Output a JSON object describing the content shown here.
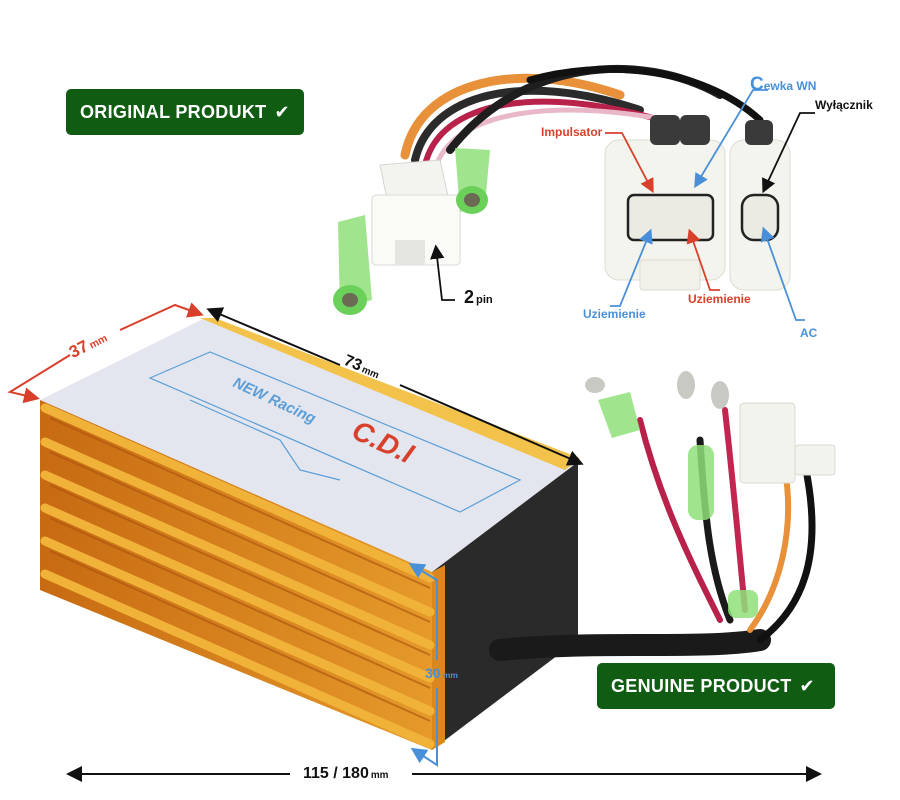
{
  "badges": {
    "original": {
      "label": "ORIGINAL PRODUKT",
      "icon": "checkmark-icon",
      "color": "#0f5c12"
    },
    "genuine": {
      "label": "GENUINE PRODUCT",
      "icon": "checkmark-icon",
      "color": "#0f5c12"
    }
  },
  "product": {
    "brand_line": "NEW Racing",
    "model": "C.D.I"
  },
  "connector_labels": {
    "pin2": {
      "main": "2",
      "suffix": "pin"
    },
    "impulsator": "Impulsator",
    "cewka": {
      "first": "C",
      "rest": "ewka WN"
    },
    "wylacznik": "Wyłącznik",
    "uziemienie_blue": "Uziemienie",
    "uziemienie_red": "Uziemienie",
    "ac": "AC"
  },
  "dimensions": {
    "width": {
      "value": "37",
      "unit": "mm"
    },
    "length": {
      "value": "73",
      "unit": "mm"
    },
    "height": {
      "value": "30",
      "unit": "mm"
    },
    "total": {
      "value": "115 / 180",
      "unit": "mm"
    }
  },
  "colors": {
    "label_red": "#d9402b",
    "label_blue": "#4a90d9",
    "label_black": "#111111",
    "gold": "#e8a020"
  }
}
